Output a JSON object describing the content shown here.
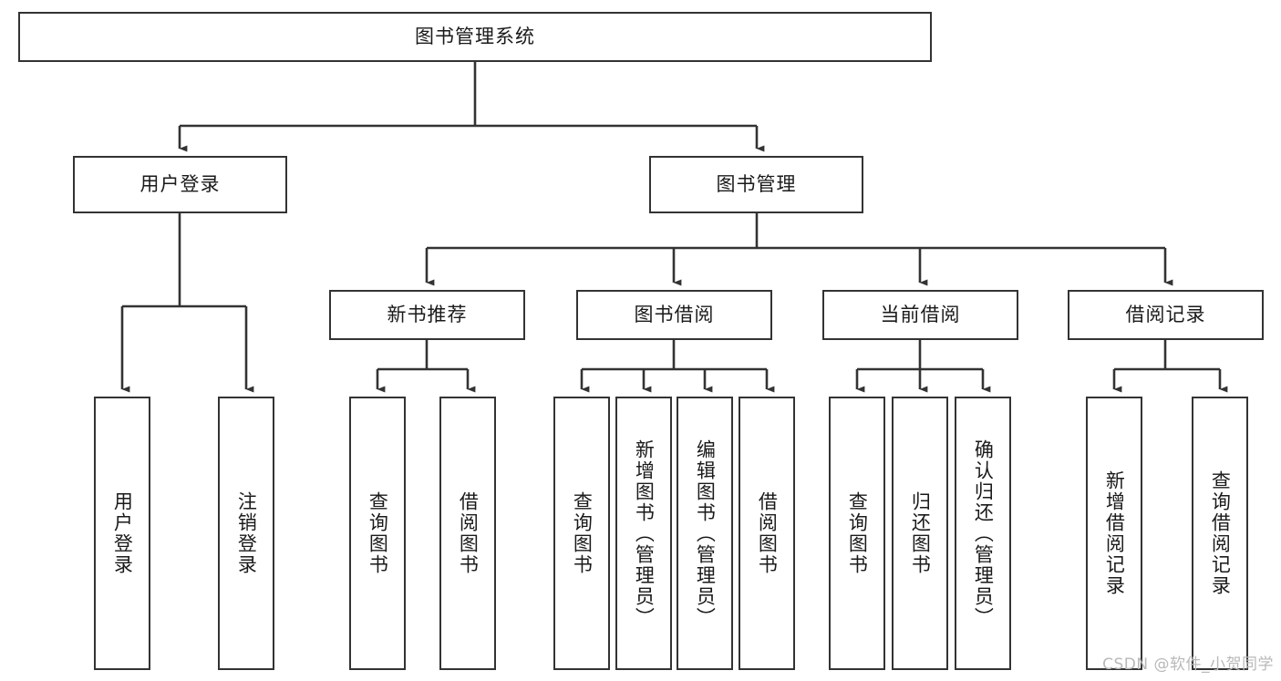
{
  "diagram": {
    "title": "图书管理系统",
    "type": "tree-hierarchy",
    "watermark": "CSDN @软件_小贺同学",
    "colors": {
      "background": "#ffffff",
      "border": "#333333",
      "text": "#1a1a1a",
      "edge": "#333333",
      "watermark": "#b9b9b9"
    }
  },
  "nodes": {
    "root": {
      "label": "图书管理系统"
    },
    "level1": [
      {
        "id": "user-login",
        "label": "用户登录"
      },
      {
        "id": "book-manage",
        "label": "图书管理"
      }
    ],
    "level2": [
      {
        "id": "new-book-recommend",
        "label": "新书推荐",
        "parent": "book-manage"
      },
      {
        "id": "book-borrow",
        "label": "图书借阅",
        "parent": "book-manage"
      },
      {
        "id": "current-borrow",
        "label": "当前借阅",
        "parent": "book-manage"
      },
      {
        "id": "borrow-record",
        "label": "借阅记录",
        "parent": "book-manage"
      }
    ],
    "leaves": {
      "user-login": [
        {
          "id": "leaf-user-login",
          "label": "用户登录"
        },
        {
          "id": "leaf-logout",
          "label": "注销登录"
        }
      ],
      "new-book-recommend": [
        {
          "id": "leaf-query-book-1",
          "label": "查询图书"
        },
        {
          "id": "leaf-borrow-book-1",
          "label": "借阅图书"
        }
      ],
      "book-borrow": [
        {
          "id": "leaf-query-book-2",
          "label": "查询图书"
        },
        {
          "id": "leaf-add-book",
          "label": "新增图书（管理员）"
        },
        {
          "id": "leaf-edit-book",
          "label": "编辑图书（管理员）"
        },
        {
          "id": "leaf-borrow-book-2",
          "label": "借阅图书"
        }
      ],
      "current-borrow": [
        {
          "id": "leaf-query-book-3",
          "label": "查询图书"
        },
        {
          "id": "leaf-return-book",
          "label": "归还图书"
        },
        {
          "id": "leaf-confirm-return",
          "label": "确认归还（管理员）"
        }
      ],
      "borrow-record": [
        {
          "id": "leaf-add-record",
          "label": "新增借阅记录"
        },
        {
          "id": "leaf-query-record",
          "label": "查询借阅记录"
        }
      ]
    }
  }
}
